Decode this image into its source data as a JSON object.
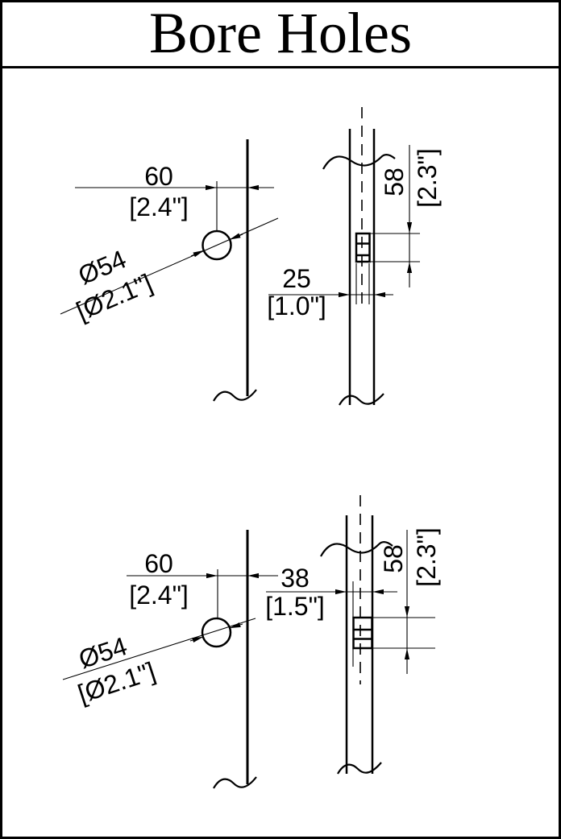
{
  "title": "Bore Holes",
  "colors": {
    "ink": "#000000",
    "paper": "#ffffff"
  },
  "drawings": {
    "top": {
      "backset_mm": "60",
      "backset_in": "[2.4\"]",
      "diameter_mm": "Ø54",
      "diameter_in": "[Ø2.1\"]",
      "thickness_mm": "25",
      "thickness_in": "[1.0\"]",
      "edge_mm": "58",
      "edge_in": "[2.3\"]"
    },
    "bottom": {
      "backset_mm": "60",
      "backset_in": "[2.4\"]",
      "diameter_mm": "Ø54",
      "diameter_in": "[Ø2.1\"]",
      "thickness_mm": "38",
      "thickness_in": "[1.5\"]",
      "edge_mm": "58",
      "edge_in": "[2.3\"]"
    }
  }
}
